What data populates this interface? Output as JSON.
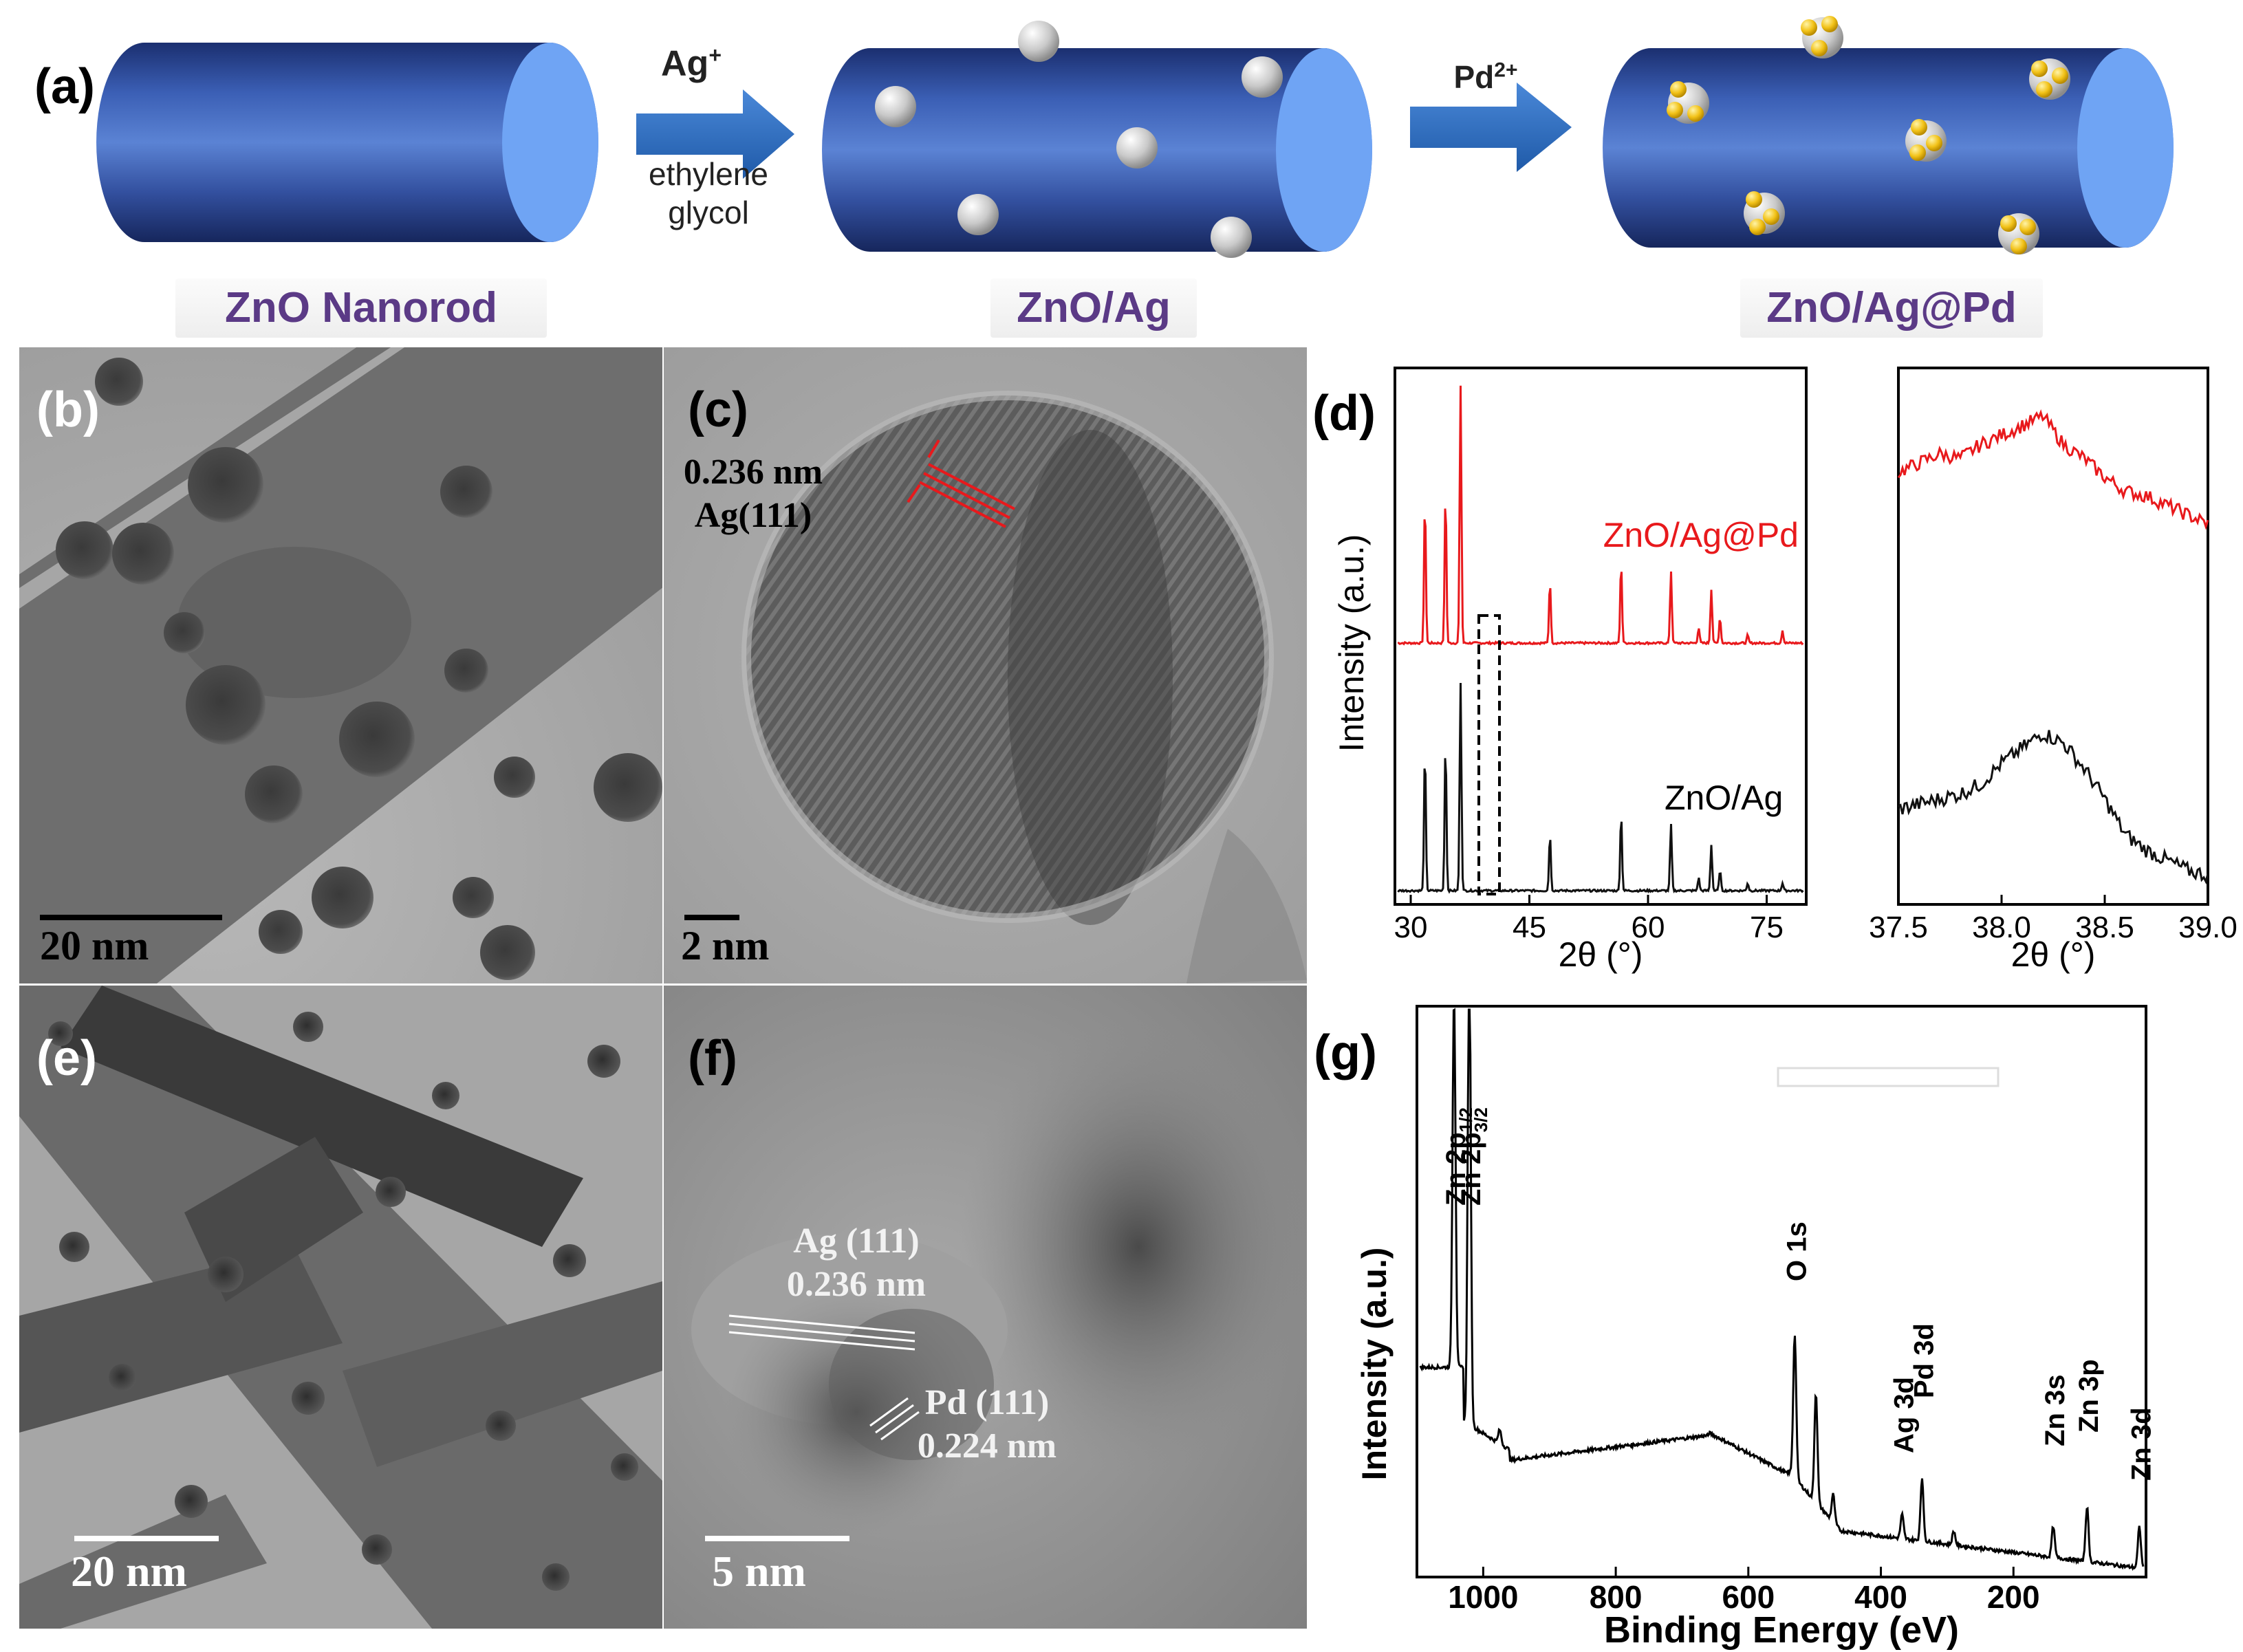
{
  "panel_a": {
    "label": "(a)",
    "step1_reagent": "Ag",
    "step1_reagent_charge": "+",
    "step1_solvent_line1": "ethylene",
    "step1_solvent_line2": "glycol",
    "step2_reagent": "Pd",
    "step2_reagent_charge": "2+",
    "caption_1": "ZnO Nanorod",
    "caption_2": "ZnO/Ag",
    "caption_3": "ZnO/Ag@Pd",
    "colors": {
      "rod": "#2c4a96",
      "rod_end": "#6fa4f4",
      "arrow": "#2e6cc2",
      "caption": "#5b3a86",
      "ag_particle": "#c8c8c8",
      "pd_particle": "#f2c218"
    }
  },
  "panel_b": {
    "label": "(b)",
    "scale": "20 nm"
  },
  "panel_c": {
    "label": "(c)",
    "scale": "2 nm",
    "spacing": "0.236 nm",
    "plane": "Ag(111)"
  },
  "panel_e": {
    "label": "(e)",
    "scale": "20 nm"
  },
  "panel_f": {
    "label": "(f)",
    "scale": "5 nm",
    "ag_plane": "Ag (111)",
    "ag_spacing": "0.236 nm",
    "pd_plane": "Pd (111)",
    "pd_spacing": "0.224 nm"
  },
  "panel_d": {
    "label": "(d)"
  },
  "panel_g": {
    "label": "(g)"
  },
  "chart_data": [
    {
      "type": "line",
      "panel": "d-left",
      "xlabel": "2θ (°)",
      "ylabel": "Intensity (a.u.)",
      "xlim": [
        28,
        80
      ],
      "xticks": [
        "30",
        "45",
        "60",
        "75"
      ],
      "series": [
        {
          "name": "ZnO/Ag@Pd",
          "color": "#e8191c",
          "peaks": [
            [
              31.8,
              0.55
            ],
            [
              34.4,
              0.58
            ],
            [
              36.3,
              1.0
            ],
            [
              47.6,
              0.24
            ],
            [
              56.6,
              0.31
            ],
            [
              62.9,
              0.28
            ],
            [
              66.4,
              0.06
            ],
            [
              68.0,
              0.21
            ],
            [
              69.1,
              0.1
            ],
            [
              72.6,
              0.03
            ],
            [
              77.0,
              0.05
            ]
          ]
        },
        {
          "name": "ZnO/Ag",
          "color": "#111111",
          "peaks": [
            [
              31.8,
              0.55
            ],
            [
              34.4,
              0.58
            ],
            [
              36.3,
              0.82
            ],
            [
              47.6,
              0.22
            ],
            [
              56.6,
              0.3
            ],
            [
              62.9,
              0.26
            ],
            [
              66.4,
              0.05
            ],
            [
              68.0,
              0.18
            ],
            [
              69.1,
              0.08
            ],
            [
              72.6,
              0.03
            ],
            [
              77.0,
              0.03
            ]
          ]
        }
      ],
      "annotations": [
        "ZnO/Ag@Pd",
        "ZnO/Ag"
      ]
    },
    {
      "type": "line",
      "panel": "d-right",
      "xlabel": "2θ (°)",
      "xlim": [
        37.5,
        39.0
      ],
      "xticks": [
        "37.5",
        "38.0",
        "38.5",
        "39.0"
      ],
      "series": [
        {
          "name": "ZnO/Ag@Pd",
          "color": "#e8191c",
          "x": [
            37.5,
            37.6,
            37.7,
            37.8,
            37.9,
            38.0,
            38.1,
            38.2,
            38.3,
            38.4,
            38.5,
            38.6,
            38.7,
            38.8,
            38.9,
            39.0
          ],
          "y": [
            0.7,
            0.74,
            0.78,
            0.76,
            0.82,
            0.86,
            0.9,
            0.94,
            0.82,
            0.76,
            0.68,
            0.62,
            0.6,
            0.56,
            0.52,
            0.48
          ]
        },
        {
          "name": "ZnO/Ag",
          "color": "#111111",
          "x": [
            37.5,
            37.6,
            37.7,
            37.8,
            37.9,
            38.0,
            38.1,
            38.2,
            38.3,
            38.4,
            38.5,
            38.6,
            38.7,
            38.8,
            38.9,
            39.0
          ],
          "y": [
            0.32,
            0.34,
            0.36,
            0.38,
            0.42,
            0.5,
            0.56,
            0.62,
            0.58,
            0.48,
            0.36,
            0.22,
            0.16,
            0.12,
            0.08,
            0.06
          ]
        }
      ]
    },
    {
      "type": "line",
      "panel": "g",
      "xlabel": "Binding Energy (eV)",
      "ylabel": "Intensity (a.u.)",
      "xlim": [
        1100,
        0
      ],
      "xticks": [
        "1000",
        "800",
        "600",
        "400",
        "200"
      ],
      "peak_labels": [
        {
          "text": "Zn 2p",
          "sub": "1/2",
          "x": 1044
        },
        {
          "text": "Zn 2p",
          "sub": "3/2",
          "x": 1021
        },
        {
          "text": "O 1s",
          "x": 530
        },
        {
          "text": "Ag 3d",
          "x": 368
        },
        {
          "text": "Pd 3d",
          "x": 338
        },
        {
          "text": "Zn 3s",
          "x": 140
        },
        {
          "text": "Zn 3p",
          "x": 89
        },
        {
          "text": "Zn 3d",
          "x": 10
        }
      ]
    }
  ]
}
